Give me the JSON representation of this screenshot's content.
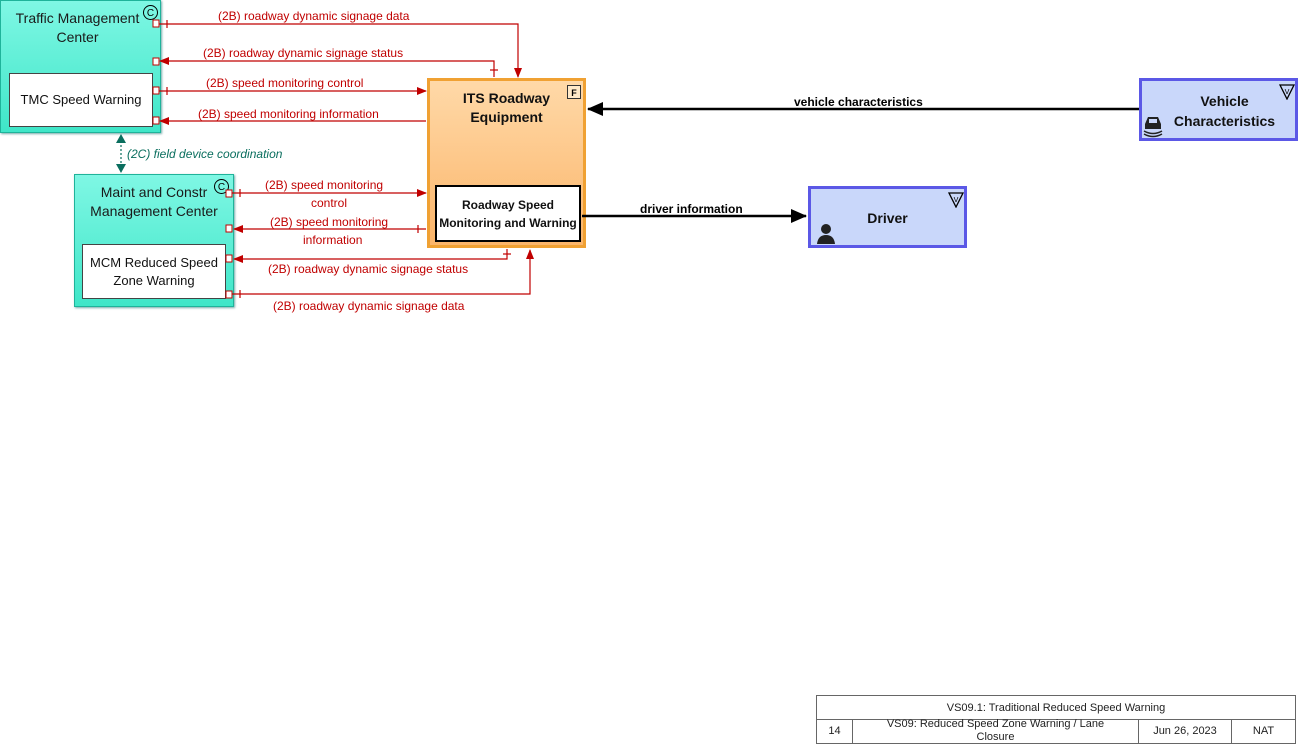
{
  "elements": {
    "tmc": {
      "title": "Traffic Management Center",
      "badge": "C",
      "inner": "TMC Speed Warning"
    },
    "mcm": {
      "title": "Maint and Constr Management Center",
      "badge": "C",
      "inner": "MCM Reduced Speed Zone Warning"
    },
    "ire": {
      "title": "ITS Roadway Equipment",
      "badge": "F",
      "inner": "Roadway Speed Monitoring and Warning"
    },
    "vehicle": {
      "title": "Vehicle Characteristics",
      "icon": "car-icon"
    },
    "driver": {
      "title": "Driver",
      "icon": "person-icon"
    }
  },
  "flows": {
    "f1": "(2B) roadway dynamic signage data",
    "f2": "(2B) roadway dynamic signage status",
    "f3": "(2B) speed monitoring control",
    "f4": "(2B) speed monitoring information",
    "f5": "(2C) field device coordination",
    "f6a": "(2B) speed monitoring",
    "f6b": "control",
    "f7a": "(2B) speed monitoring",
    "f7b": "information",
    "f8": "(2B) roadway dynamic signage status",
    "f9": "(2B) roadway dynamic signage data",
    "f10": "vehicle characteristics",
    "f11": "driver information"
  },
  "titleblock": {
    "title": "VS09.1: Traditional Reduced Speed Warning",
    "page": "14",
    "name": "VS09: Reduced Speed Zone Warning / Lane Closure",
    "date": "Jun 26, 2023",
    "scope": "NAT"
  },
  "colors": {
    "flow": "#c00000",
    "coordination": "#0a6e5e",
    "center": "#3fe6c8",
    "field": "#fbb56a",
    "terminator": "#c9d7fa"
  }
}
